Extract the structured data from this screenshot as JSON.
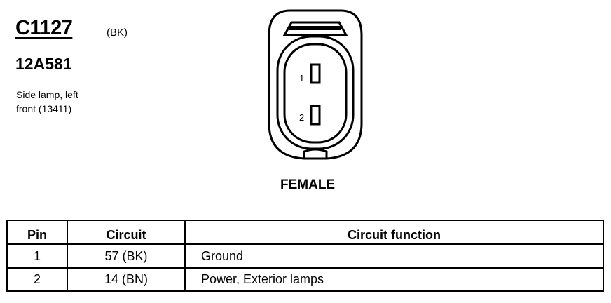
{
  "connector": {
    "id": "C1127",
    "color": "(BK)",
    "part_number": "12A581",
    "description_lines": [
      "Side lamp, left",
      "front (13411)"
    ]
  },
  "diagram": {
    "pins": [
      {
        "label": "1"
      },
      {
        "label": "2"
      }
    ],
    "gender_label": "FEMALE"
  },
  "table": {
    "headers": [
      "Pin",
      "Circuit",
      "Circuit function"
    ],
    "rows": [
      {
        "pin": "1",
        "circuit": "57 (BK)",
        "function": "Ground"
      },
      {
        "pin": "2",
        "circuit": "14 (BN)",
        "function": "Power, Exterior lamps"
      }
    ]
  }
}
